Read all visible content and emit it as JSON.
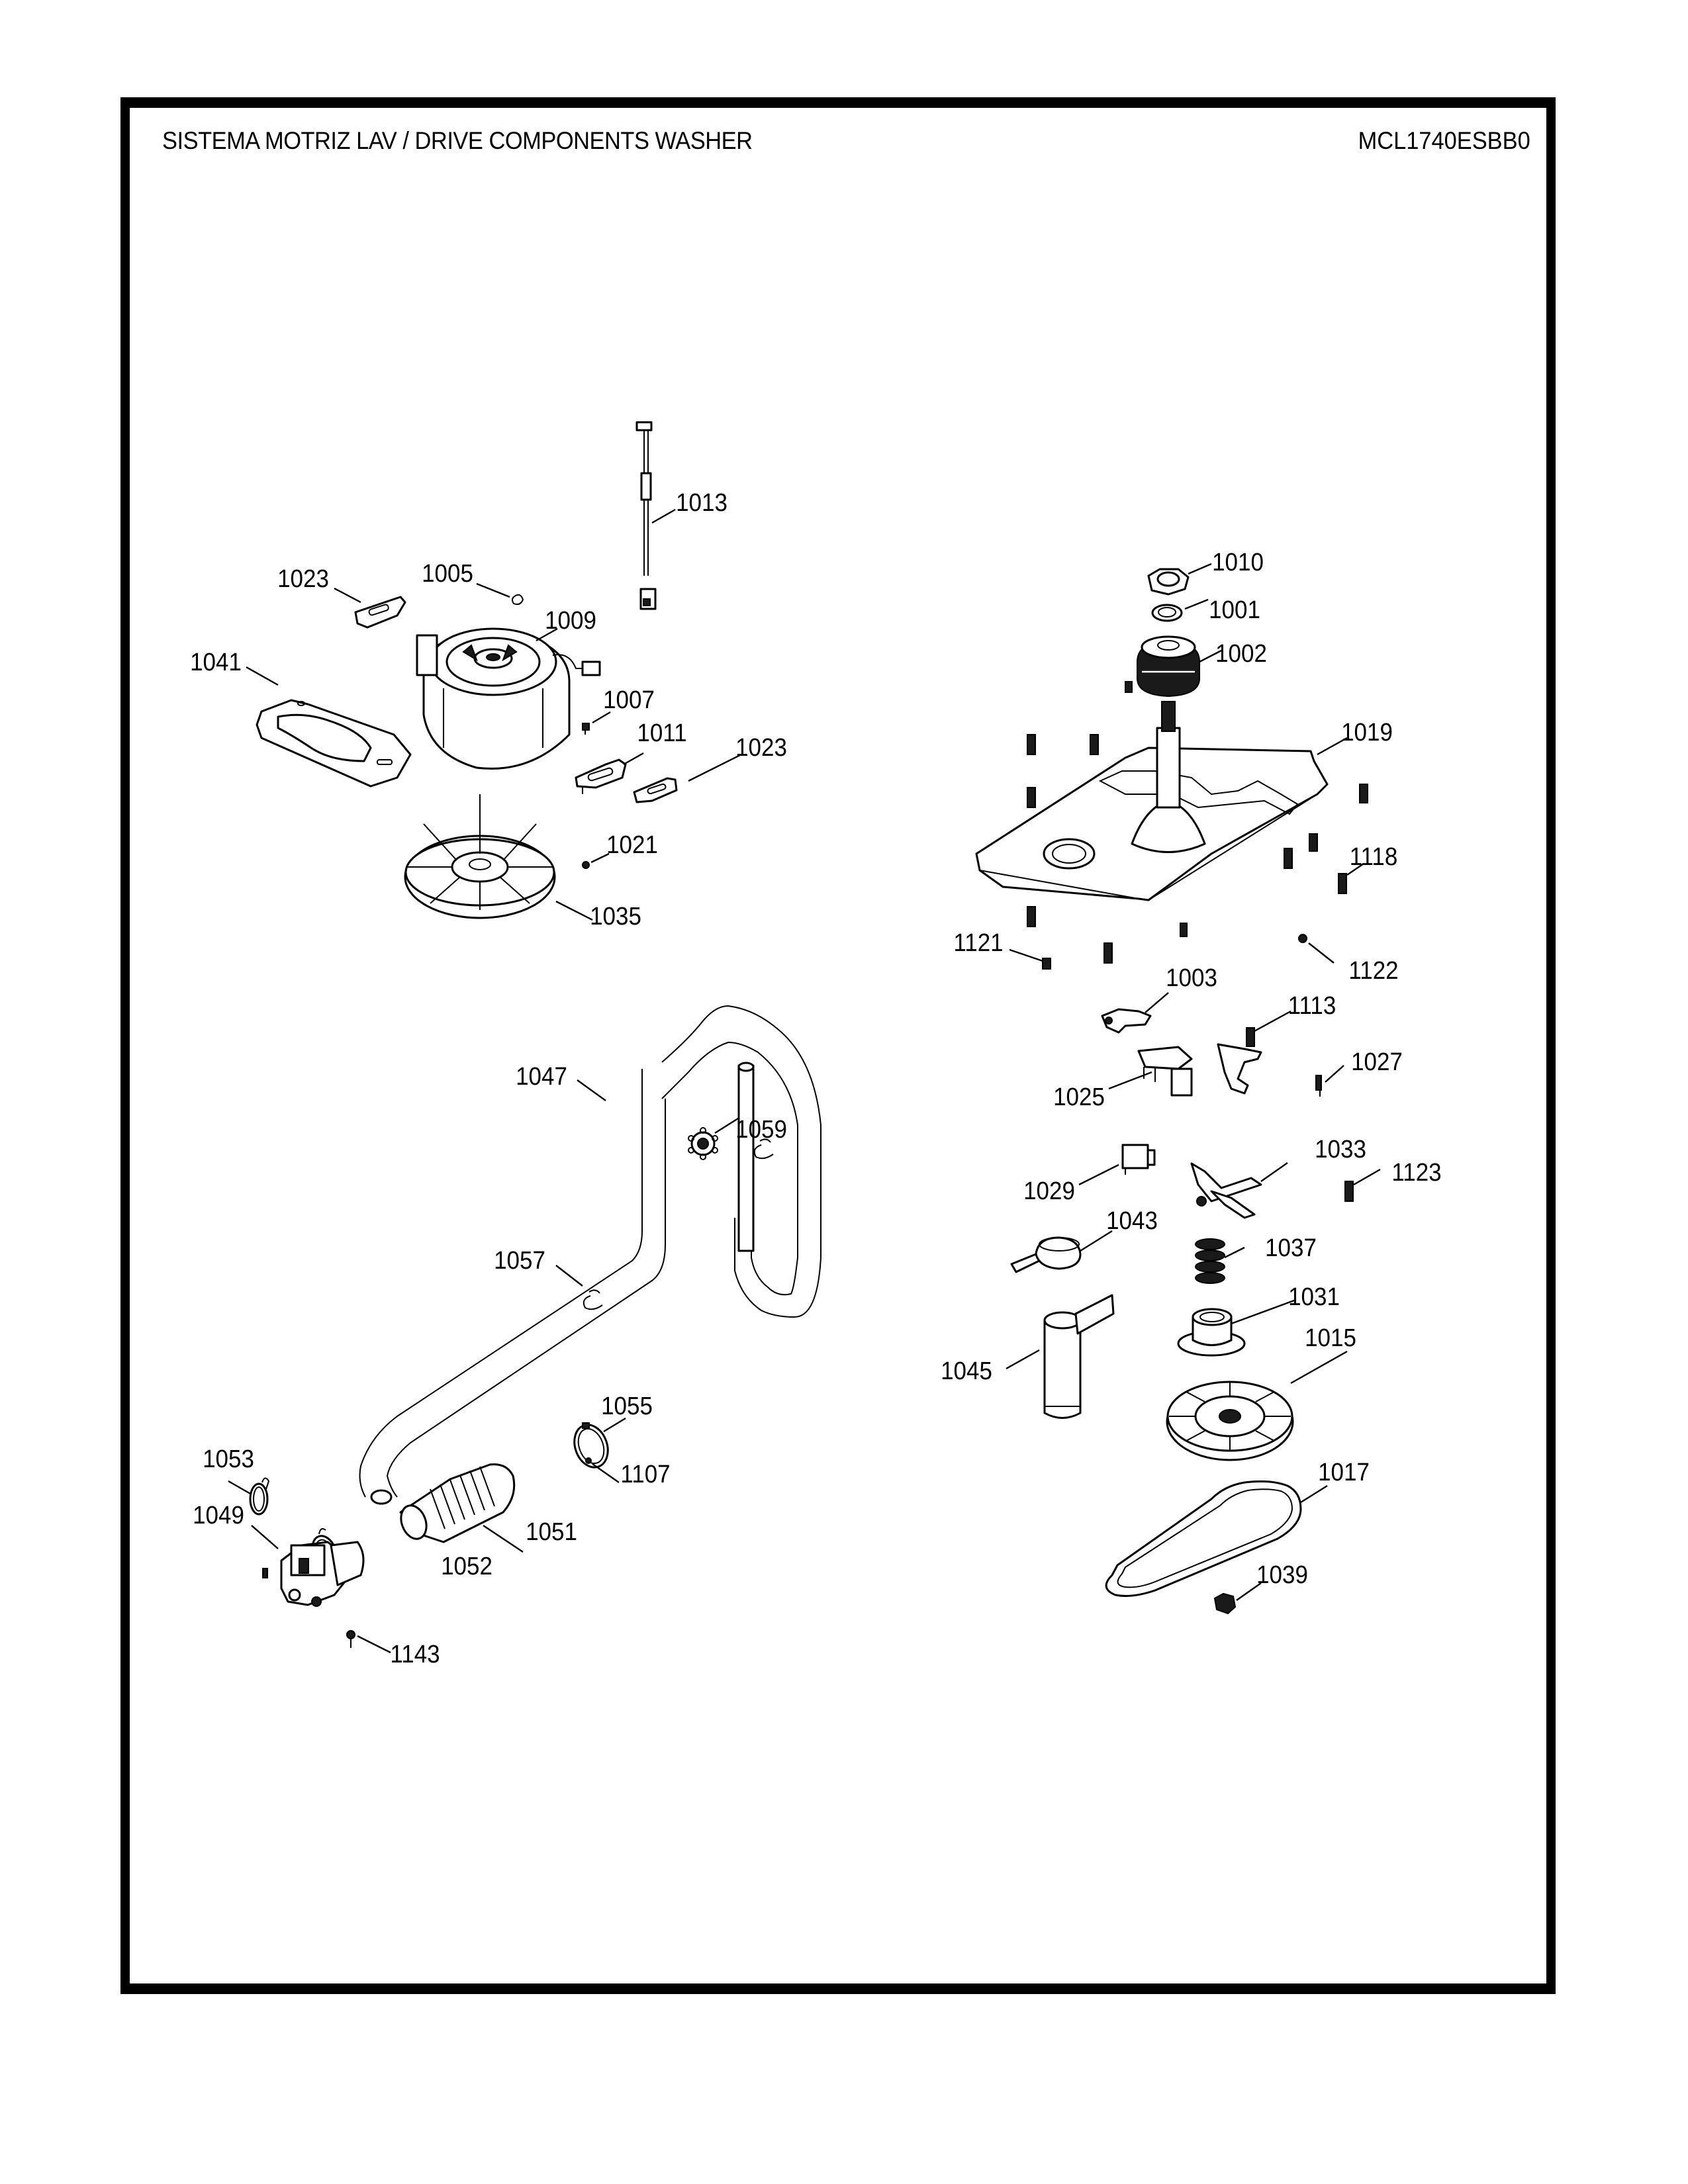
{
  "header": {
    "title": "SISTEMA MOTRIZ LAV / DRIVE COMPONENTS WASHER",
    "model_number": "MCL1740ESBB0"
  },
  "diagram": {
    "groups": [
      {
        "name": "motor-assembly",
        "callouts": [
          {
            "id": "1013",
            "part": "sensor-harness-icon"
          },
          {
            "id": "1023",
            "part": "mounting-pad-icon"
          },
          {
            "id": "1005",
            "part": "clip-icon"
          },
          {
            "id": "1009",
            "part": "motor-icon"
          },
          {
            "id": "1041",
            "part": "motor-cover-icon"
          },
          {
            "id": "1007",
            "part": "small-clip-icon"
          },
          {
            "id": "1011",
            "part": "bracket-icon"
          },
          {
            "id": "1023",
            "part": "mounting-pad-icon"
          },
          {
            "id": "1021",
            "part": "nut-icon"
          },
          {
            "id": "1035",
            "part": "fan-icon"
          }
        ]
      },
      {
        "name": "transmission-assembly",
        "callouts": [
          {
            "id": "1010",
            "part": "hex-nut-icon"
          },
          {
            "id": "1001",
            "part": "washer-icon"
          },
          {
            "id": "1002",
            "part": "seal-bearing-icon"
          },
          {
            "id": "1019",
            "part": "mounting-plate-icon"
          },
          {
            "id": "1118",
            "part": "screw-icon"
          },
          {
            "id": "1121",
            "part": "screw-icon"
          },
          {
            "id": "1122",
            "part": "rivet-icon"
          },
          {
            "id": "1003",
            "part": "lever-icon"
          },
          {
            "id": "1113",
            "part": "bolt-icon"
          },
          {
            "id": "1027",
            "part": "spring-icon"
          },
          {
            "id": "1025",
            "part": "shift-actuator-icon"
          },
          {
            "id": "1029",
            "part": "solenoid-icon"
          },
          {
            "id": "1033",
            "part": "shift-fork-icon"
          },
          {
            "id": "1123",
            "part": "screw-icon"
          },
          {
            "id": "1043",
            "part": "strap-bracket-icon"
          },
          {
            "id": "1037",
            "part": "coil-spring-icon"
          },
          {
            "id": "1031",
            "part": "clutch-gear-icon"
          },
          {
            "id": "1045",
            "part": "capacitor-icon"
          },
          {
            "id": "1015",
            "part": "pulley-icon"
          },
          {
            "id": "1017",
            "part": "drive-belt-icon"
          },
          {
            "id": "1039",
            "part": "nut-icon"
          }
        ]
      },
      {
        "name": "drain-assembly",
        "callouts": [
          {
            "id": "1047",
            "part": "drain-hose-icon"
          },
          {
            "id": "1059",
            "part": "hose-clip-icon"
          },
          {
            "id": "1057",
            "part": "hose-clip-icon"
          },
          {
            "id": "1055",
            "part": "hose-clamp-icon"
          },
          {
            "id": "1053",
            "part": "hose-clamp-icon"
          },
          {
            "id": "1107",
            "part": "screw-icon"
          },
          {
            "id": "1049",
            "part": "drain-pump-icon"
          },
          {
            "id": "1051",
            "part": "bellows-hose-icon"
          },
          {
            "id": "1052",
            "part": "hose-clamp-icon"
          },
          {
            "id": "1143",
            "part": "screw-icon"
          }
        ]
      }
    ]
  }
}
